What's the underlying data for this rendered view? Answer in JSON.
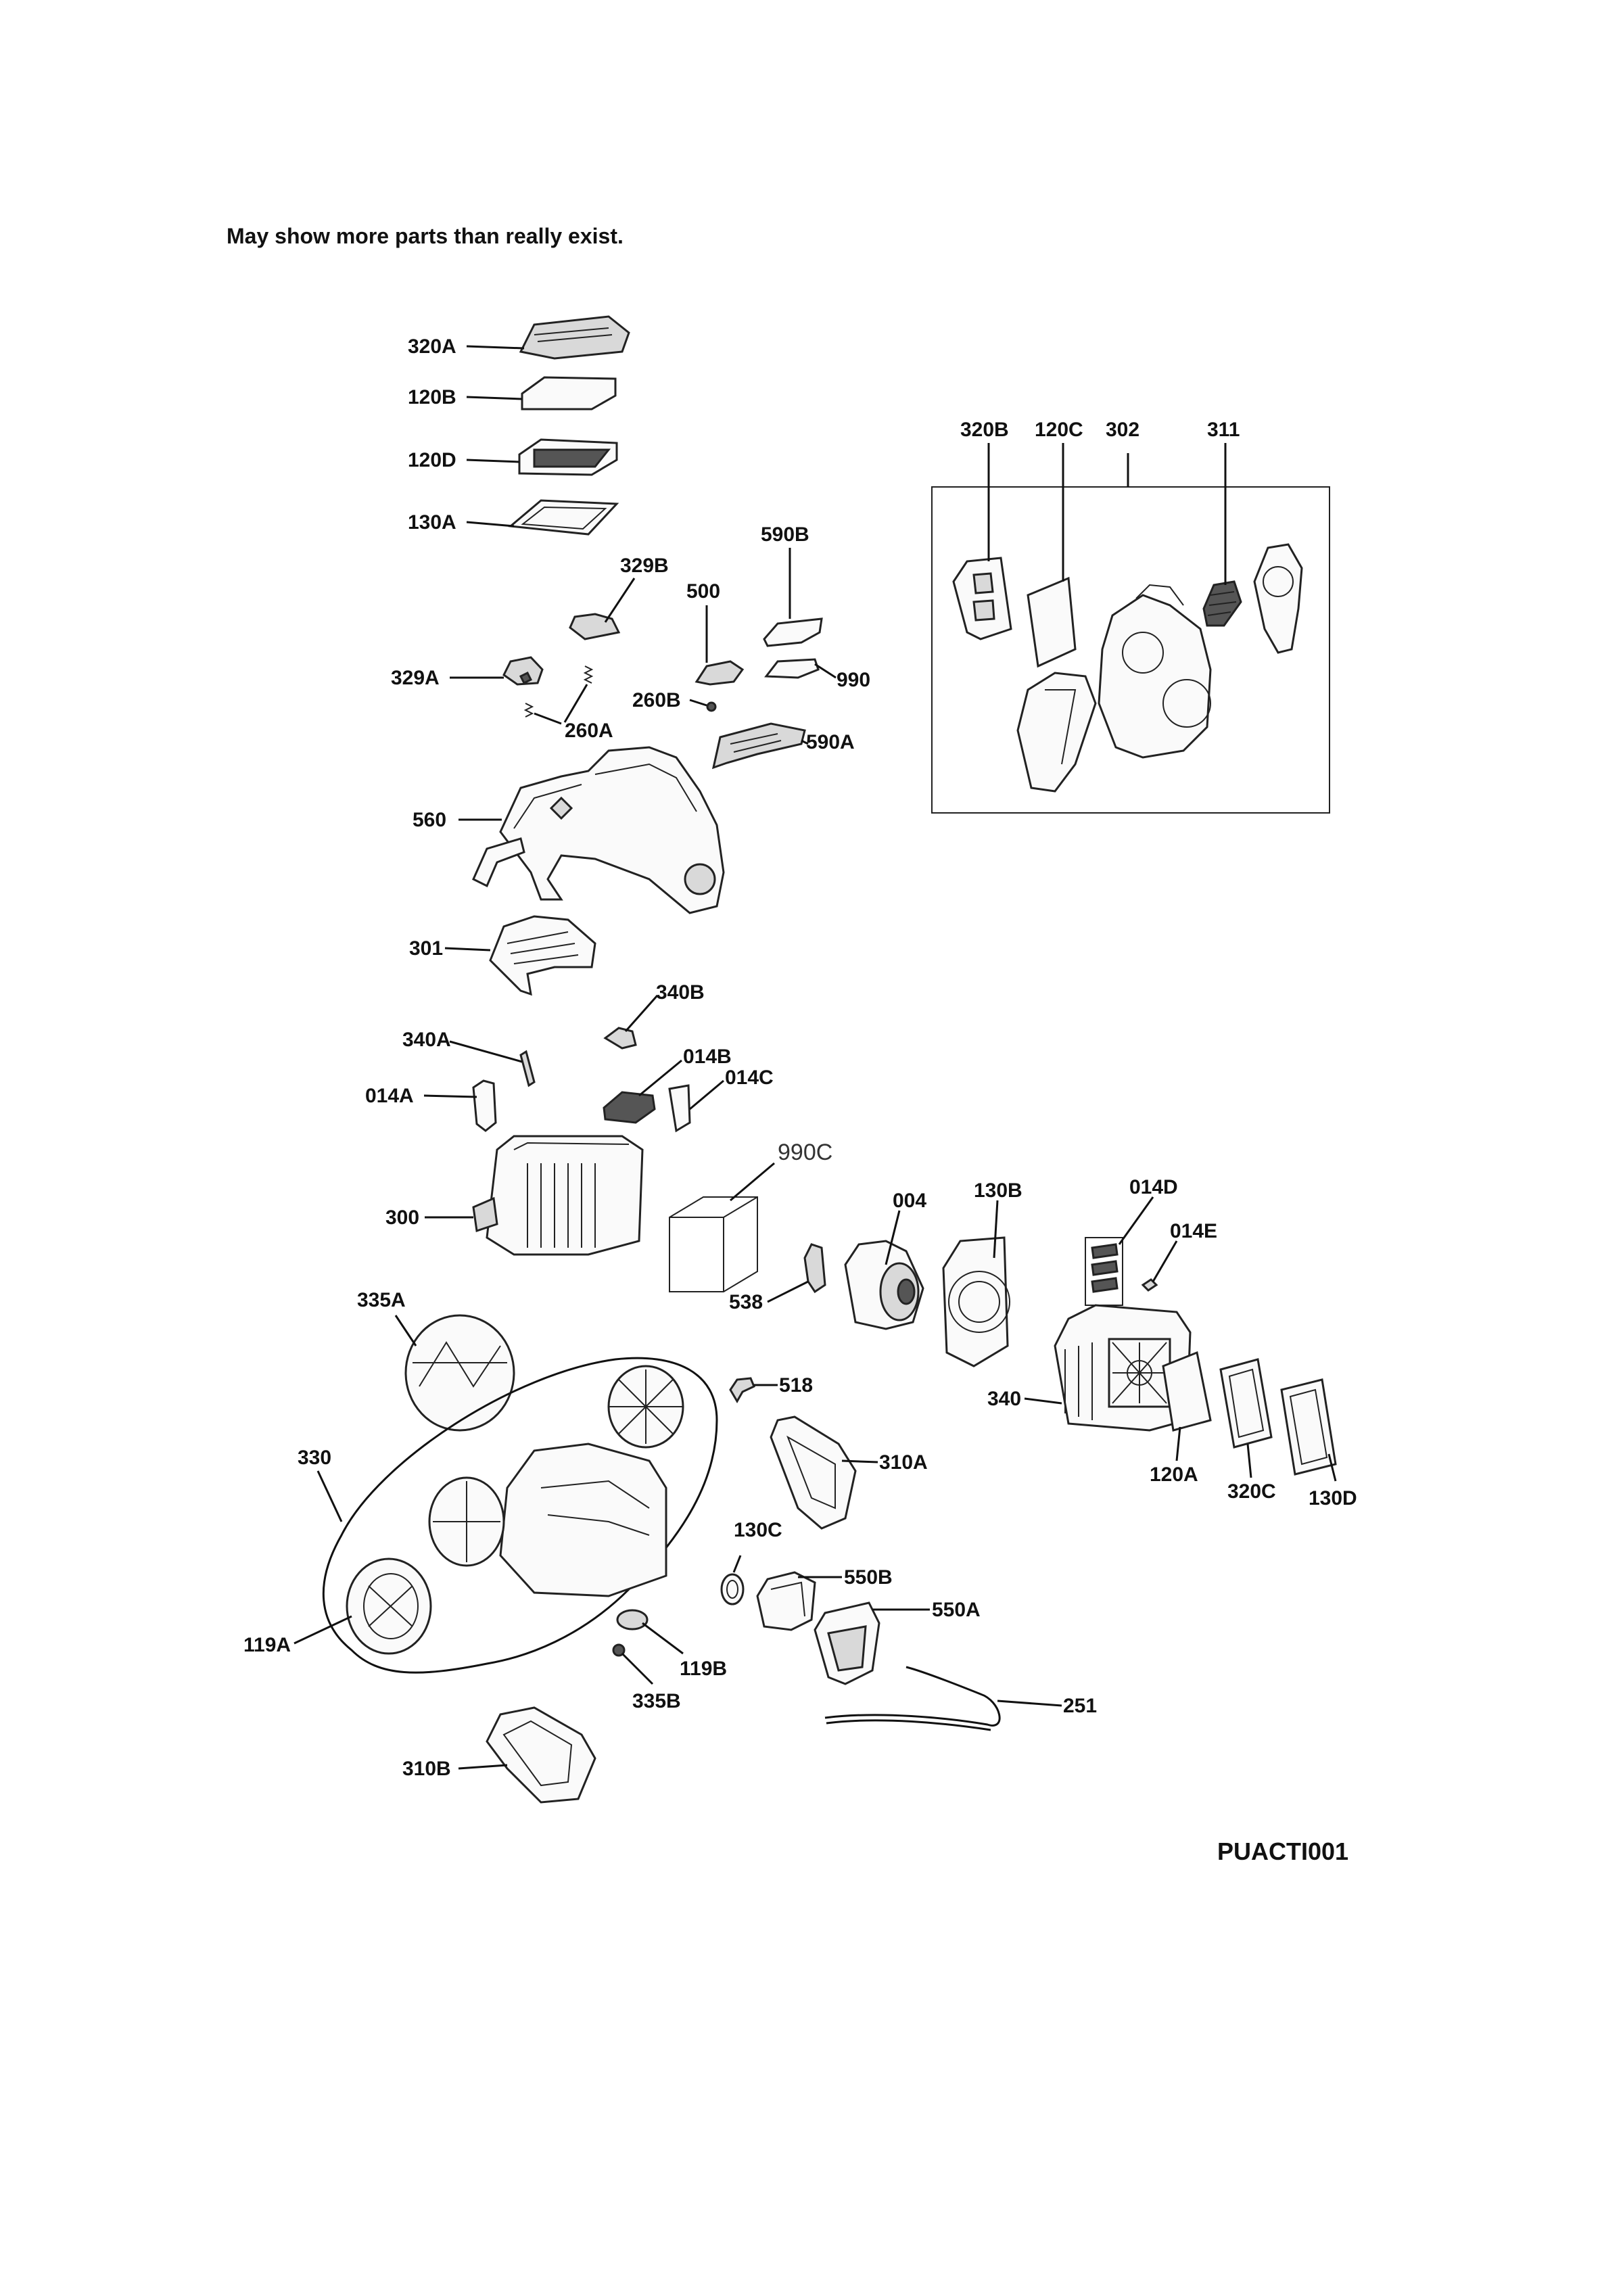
{
  "note": "May show more parts than really exist.",
  "diagram_code": "PUACTI001",
  "labels": {
    "p320A": "320A",
    "p120B": "120B",
    "p120D": "120D",
    "p130A": "130A",
    "p329B": "329B",
    "p590B": "590B",
    "p500": "500",
    "p329A": "329A",
    "p260B": "260B",
    "p990": "990",
    "p260A": "260A",
    "p590A": "590A",
    "p560": "560",
    "p301": "301",
    "p340B": "340B",
    "p340A": "340A",
    "p014B": "014B",
    "p014A": "014A",
    "p014C": "014C",
    "p990C": "990C",
    "p004": "004",
    "p130B": "130B",
    "p014D": "014D",
    "p014E": "014E",
    "p300": "300",
    "p335A": "335A",
    "p538": "538",
    "p518": "518",
    "p340": "340",
    "p120A": "120A",
    "p320C": "320C",
    "p130D": "130D",
    "p330": "330",
    "p310A": "310A",
    "p130C": "130C",
    "p550B": "550B",
    "p550A": "550A",
    "p119A": "119A",
    "p119B": "119B",
    "p335B": "335B",
    "p251": "251",
    "p310B": "310B",
    "p320B": "320B",
    "p120C": "120C",
    "p302": "302",
    "p311": "311"
  }
}
